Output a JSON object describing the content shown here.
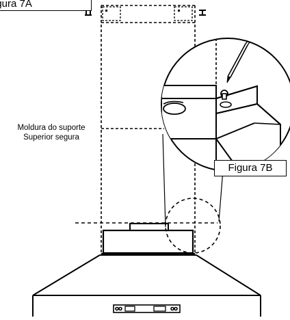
{
  "labels": {
    "figure_a": "igura 7A",
    "figure_b": "Figura 7B",
    "bracket_line1": "Moldura do suporte",
    "bracket_line2": "Superior segura"
  },
  "colors": {
    "ink": "#000000",
    "paper": "#ffffff"
  }
}
